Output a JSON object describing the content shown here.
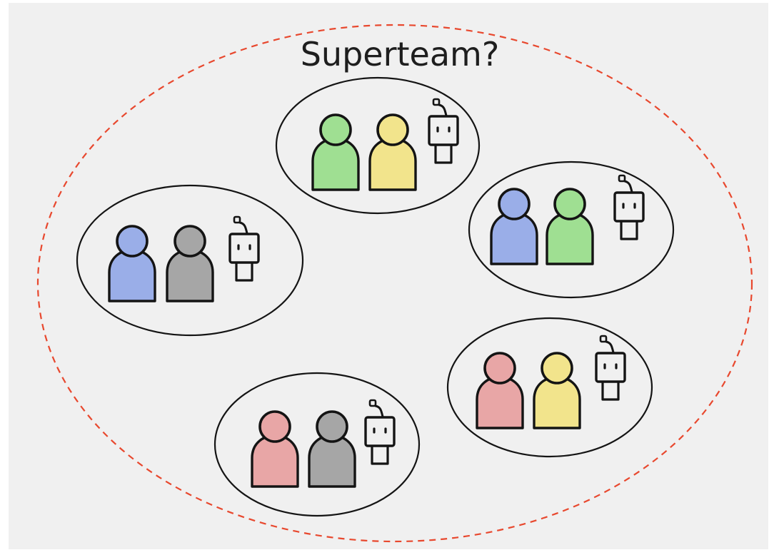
{
  "title": "Superteam?",
  "colors": {
    "background": "#f0f0f0",
    "outline_dashed": "#e8482e",
    "stroke": "#141414",
    "green": "#9fdf92",
    "yellow": "#f2e48c",
    "blue": "#9aaee8",
    "gray": "#a6a6a6",
    "red": "#e8a6a6"
  },
  "teams": [
    {
      "name": "team-top",
      "members": [
        "green",
        "yellow"
      ],
      "has_robot": true
    },
    {
      "name": "team-left",
      "members": [
        "blue",
        "gray"
      ],
      "has_robot": true
    },
    {
      "name": "team-right",
      "members": [
        "blue",
        "green"
      ],
      "has_robot": true
    },
    {
      "name": "team-bottom-right",
      "members": [
        "red",
        "yellow"
      ],
      "has_robot": true
    },
    {
      "name": "team-bottom",
      "members": [
        "red",
        "gray"
      ],
      "has_robot": true
    }
  ]
}
